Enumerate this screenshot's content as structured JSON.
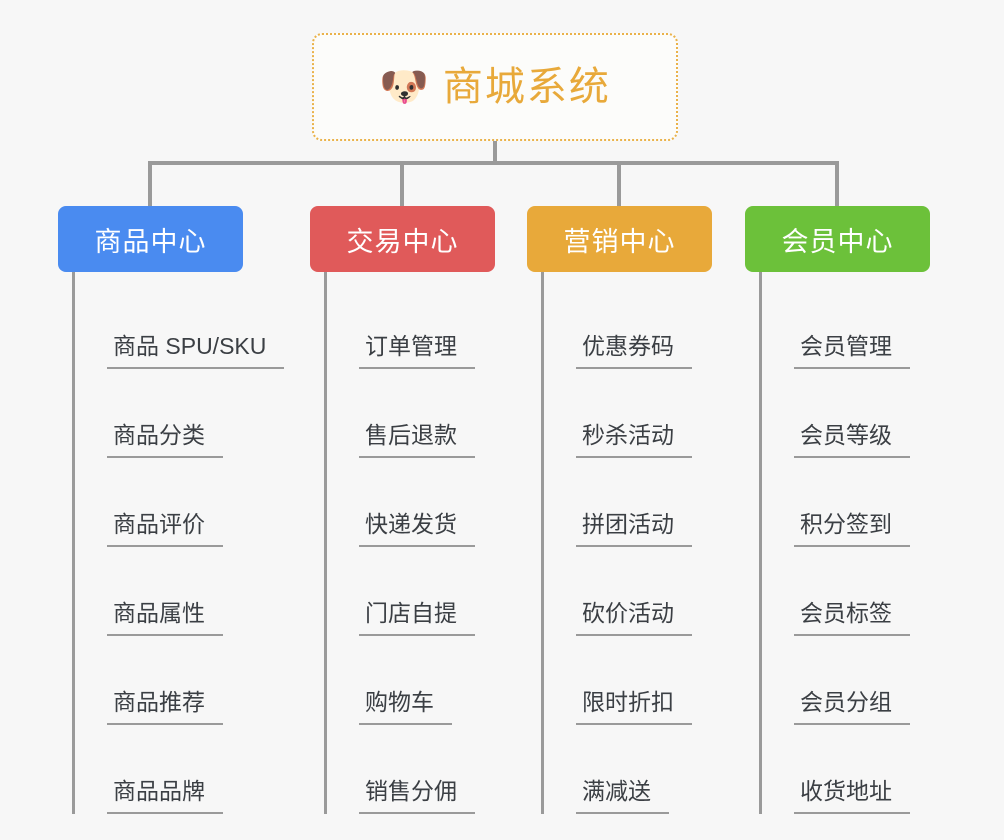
{
  "page": {
    "background_color": "#f7f7f7",
    "diagram_type": "mindmap-org-chart"
  },
  "root": {
    "icon": "dog-face-icon",
    "icon_glyph": "🐶",
    "title": "商城系统",
    "border_color": "#eab24a",
    "text_color": "#e8a93a"
  },
  "connector": {
    "line_color": "#9a9a9a"
  },
  "categories": [
    {
      "label": "商品中心",
      "color": "#4a8bf0",
      "items": [
        {
          "label": "商品 SPU/SKU"
        },
        {
          "label": "商品分类"
        },
        {
          "label": "商品评价"
        },
        {
          "label": "商品属性"
        },
        {
          "label": "商品推荐"
        },
        {
          "label": "商品品牌"
        }
      ]
    },
    {
      "label": "交易中心",
      "color": "#e05a5a",
      "items": [
        {
          "label": "订单管理"
        },
        {
          "label": "售后退款"
        },
        {
          "label": "快递发货"
        },
        {
          "label": "门店自提"
        },
        {
          "label": "购物车"
        },
        {
          "label": "销售分佣"
        }
      ]
    },
    {
      "label": "营销中心",
      "color": "#e8a93a",
      "items": [
        {
          "label": "优惠券码"
        },
        {
          "label": "秒杀活动"
        },
        {
          "label": "拼团活动"
        },
        {
          "label": "砍价活动"
        },
        {
          "label": "限时折扣"
        },
        {
          "label": "满减送"
        }
      ]
    },
    {
      "label": "会员中心",
      "color": "#6cc13a",
      "items": [
        {
          "label": "会员管理"
        },
        {
          "label": "会员等级"
        },
        {
          "label": "积分签到"
        },
        {
          "label": "会员标签"
        },
        {
          "label": "会员分组"
        },
        {
          "label": "收货地址"
        }
      ]
    }
  ]
}
